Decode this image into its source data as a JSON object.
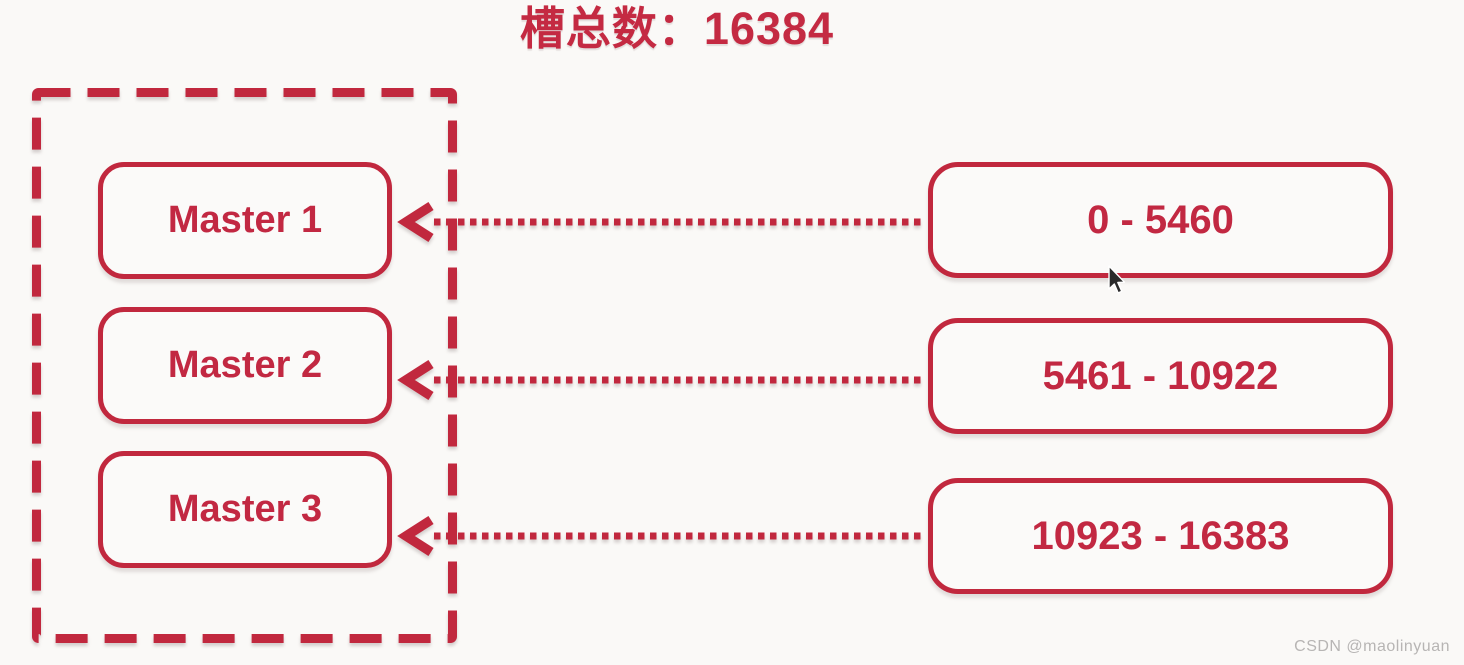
{
  "page": {
    "title": "槽总数：16384",
    "watermark": "CSDN @maolinyuan"
  },
  "colors": {
    "accent": "#C1283E",
    "background": "#FAF9F7",
    "watermark_gray": "#B7B5B4"
  },
  "cluster": {
    "total_slots": "16384",
    "masters": [
      {
        "label": "Master 1",
        "slot_range": "0 - 5460"
      },
      {
        "label": "Master 2",
        "slot_range": "5461 - 10922"
      },
      {
        "label": "Master 3",
        "slot_range": "10923 - 16383"
      }
    ]
  }
}
